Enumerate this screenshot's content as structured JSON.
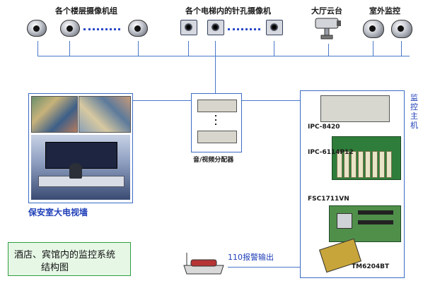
{
  "labels": {
    "floor_cameras": "各个楼层摄像机组",
    "elevator_cameras": "各个电梯内的针孔摄像机",
    "lobby_ptz": "大厅云台",
    "outdoor": "室外监控",
    "security_room": "保安室大电视墙",
    "distributor": "音/视频分配器",
    "host_vertical": [
      "监",
      "控",
      "主",
      "机"
    ],
    "alarm_output": "110报警输出",
    "ipc8420": "IPC-8420",
    "ipc6114": "IPC-6114P12",
    "fsc1711": "FSC1711VN",
    "tm6204": "TM6204BT",
    "caption_line1": "酒店、宾馆内的监控系统",
    "caption_line2": "结构图"
  },
  "colors": {
    "line": "#4a78c8",
    "caption_border": "#2f9e3f",
    "caption_bg": "#e6f7e6",
    "blue_text": "#1f3fb8"
  }
}
